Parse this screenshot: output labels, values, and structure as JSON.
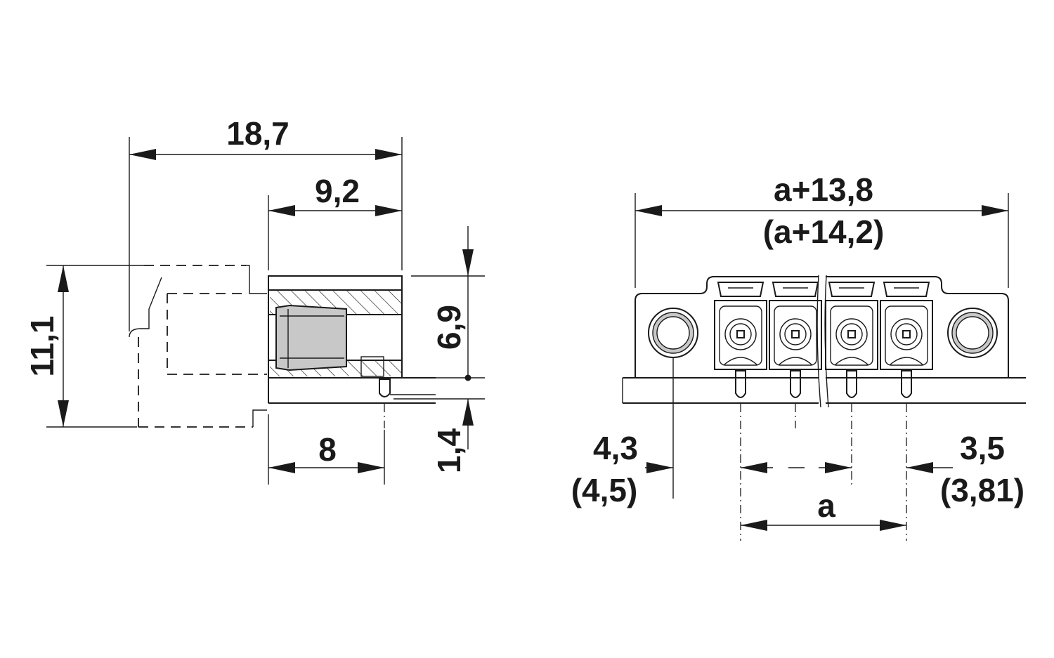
{
  "side_view": {
    "dim_overall_width": "18,7",
    "dim_header_width": "9,2",
    "dim_height": "11,1",
    "dim_header_height": "6,9",
    "dim_pin_length": "1,4",
    "dim_pin_offset": "8"
  },
  "front_view": {
    "dim_total_width": "a+13,8",
    "dim_total_width_alt": "(a+14,2)",
    "dim_left_offset": "4,3",
    "dim_left_offset_alt": "(4,5)",
    "dim_right_offset": "3,5",
    "dim_right_offset_alt": "(3,81)",
    "dim_pitch_total": "a"
  }
}
